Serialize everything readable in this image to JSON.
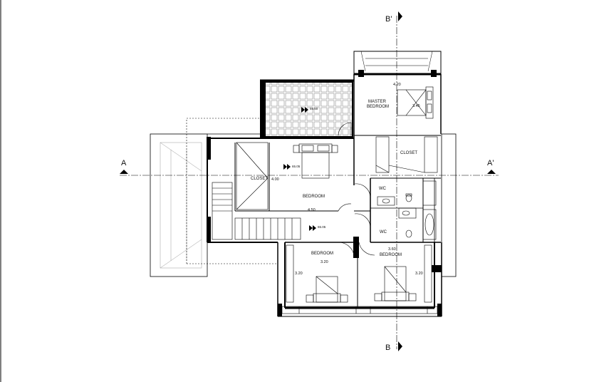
{
  "plan": {
    "rooms": {
      "master_bedroom_line1": "MASTER",
      "master_bedroom_line2": "BEDROOM",
      "closet_master": "CLOSET",
      "closet_left": "CLOSET",
      "bedroom_center": "BEDROOM",
      "bedroom_lower_left": "BEDROOM",
      "bedroom_lower_right": "BEDROOM",
      "wc_upper": "WC",
      "wc_lower": "WC"
    },
    "dimensions": {
      "master_width": "4.20",
      "master_depth": "3.45",
      "center_depth": "4.00",
      "center_width": "4.50",
      "lower_left_width": "3.20",
      "lower_left_depth": "3.20",
      "lower_right_width": "3.60",
      "lower_right_depth": "3.20"
    },
    "levels": {
      "terrace": "55.50",
      "center": "65.05",
      "hall": "65.05"
    },
    "section_markers": {
      "a_left": "A",
      "a_right": "A'",
      "b_top": "B'",
      "b_bottom": "B"
    }
  }
}
